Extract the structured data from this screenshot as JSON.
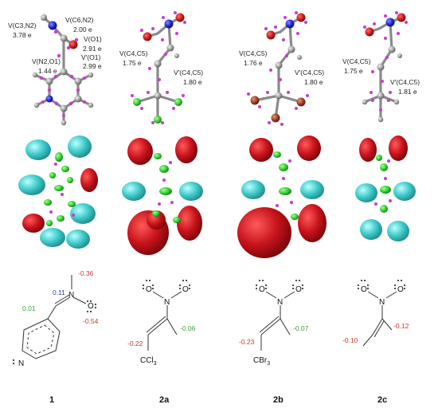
{
  "row1": {
    "m1": {
      "labels": [
        {
          "name": "v-c3-n2",
          "lines": [
            "V(C3,N2)",
            "3.78 e"
          ]
        },
        {
          "name": "v-c6-n2",
          "lines": [
            "V(C6,N2)",
            "2.00 e"
          ]
        },
        {
          "name": "v-o1",
          "lines": [
            "V(O1)",
            "2.91 e"
          ]
        },
        {
          "name": "vp-o1",
          "lines": [
            "V'(O1)",
            "2.99 e"
          ]
        },
        {
          "name": "v-n2-o1",
          "lines": [
            "V(N2,O1)",
            "1.44 e"
          ]
        }
      ]
    },
    "m2a": {
      "labels": [
        {
          "name": "v-c4-c5",
          "lines": [
            "V(C4,C5)",
            "1.75 e"
          ]
        },
        {
          "name": "vp-c4-c5",
          "lines": [
            "V'(C4,C5)",
            "1.80 e"
          ]
        }
      ]
    },
    "m2b": {
      "labels": [
        {
          "name": "v-c4-c5",
          "lines": [
            "V(C4,C5)",
            "1.76 e"
          ]
        },
        {
          "name": "vp-c4-c5",
          "lines": [
            "V'(C4,C5)",
            "1.80 e"
          ]
        }
      ]
    },
    "m2c": {
      "labels": [
        {
          "name": "v-c4-c5",
          "lines": [
            "V(C4,C5)",
            "1.75 e"
          ]
        },
        {
          "name": "vp-c4-c5",
          "lines": [
            "V'(C4,C5)",
            "1.81 e"
          ]
        }
      ]
    }
  },
  "row3": {
    "m1": {
      "charges": [
        "-0.36",
        "0.11",
        "0.01",
        "-0.54"
      ],
      "atoms": [
        "N",
        "O",
        "N"
      ]
    },
    "m2a": {
      "charges": [
        "-0.22",
        "-0.06"
      ],
      "atoms": [
        "O",
        "N",
        "O",
        "CCl",
        "3"
      ]
    },
    "m2b": {
      "charges": [
        "-0.23",
        "-0.07"
      ],
      "atoms": [
        "O",
        "N",
        "O",
        "CBr",
        "3"
      ]
    },
    "m2c": {
      "charges": [
        "-0.10",
        "-0.12"
      ],
      "atoms": [
        "O",
        "N",
        "O"
      ]
    }
  },
  "captions": [
    "1",
    "2a",
    "2b",
    "2c"
  ],
  "colors": {
    "lobe_red": "#c8141c",
    "lobe_cyan": "#3fc9c9",
    "lobe_green": "#2ecc2e",
    "atom_grey": "#9a9a9a",
    "atom_magenta": "#c83ccc",
    "charge_red": "#c0392b",
    "charge_green": "#3aa03a",
    "charge_blue": "#2a3ea8"
  }
}
